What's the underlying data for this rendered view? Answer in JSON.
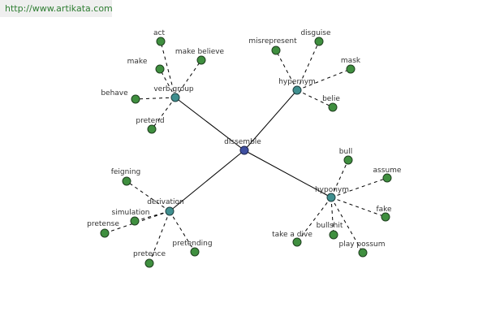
{
  "banner": {
    "url": "http://www.artikata.com"
  },
  "center": {
    "id": "dissemble",
    "label": "dissemble"
  },
  "groups": [
    {
      "id": "verb-group",
      "label": "verb group",
      "leaves": [
        {
          "id": "act",
          "label": "act"
        },
        {
          "id": "make-believe",
          "label": "make believe"
        },
        {
          "id": "make",
          "label": "make"
        },
        {
          "id": "behave",
          "label": "behave"
        },
        {
          "id": "pretend",
          "label": "pretend"
        }
      ]
    },
    {
      "id": "hypernym",
      "label": "hypernym",
      "leaves": [
        {
          "id": "misrepresent",
          "label": "misrepresent"
        },
        {
          "id": "disguise",
          "label": "disguise"
        },
        {
          "id": "mask",
          "label": "mask"
        },
        {
          "id": "belie",
          "label": "belie"
        }
      ]
    },
    {
      "id": "derivation",
      "label": "derivation",
      "leaves": [
        {
          "id": "feigning",
          "label": "feigning"
        },
        {
          "id": "simulation",
          "label": "simulation"
        },
        {
          "id": "pretense",
          "label": "pretense"
        },
        {
          "id": "pretence",
          "label": "pretence"
        },
        {
          "id": "pretending",
          "label": "pretending"
        }
      ]
    },
    {
      "id": "hyponym",
      "label": "hyponym",
      "leaves": [
        {
          "id": "bull",
          "label": "bull"
        },
        {
          "id": "assume",
          "label": "assume"
        },
        {
          "id": "fake",
          "label": "fake"
        },
        {
          "id": "take-a-dive",
          "label": "take a dive"
        },
        {
          "id": "bullshit",
          "label": "bullshit"
        },
        {
          "id": "play-possum",
          "label": "play possum"
        }
      ]
    }
  ]
}
